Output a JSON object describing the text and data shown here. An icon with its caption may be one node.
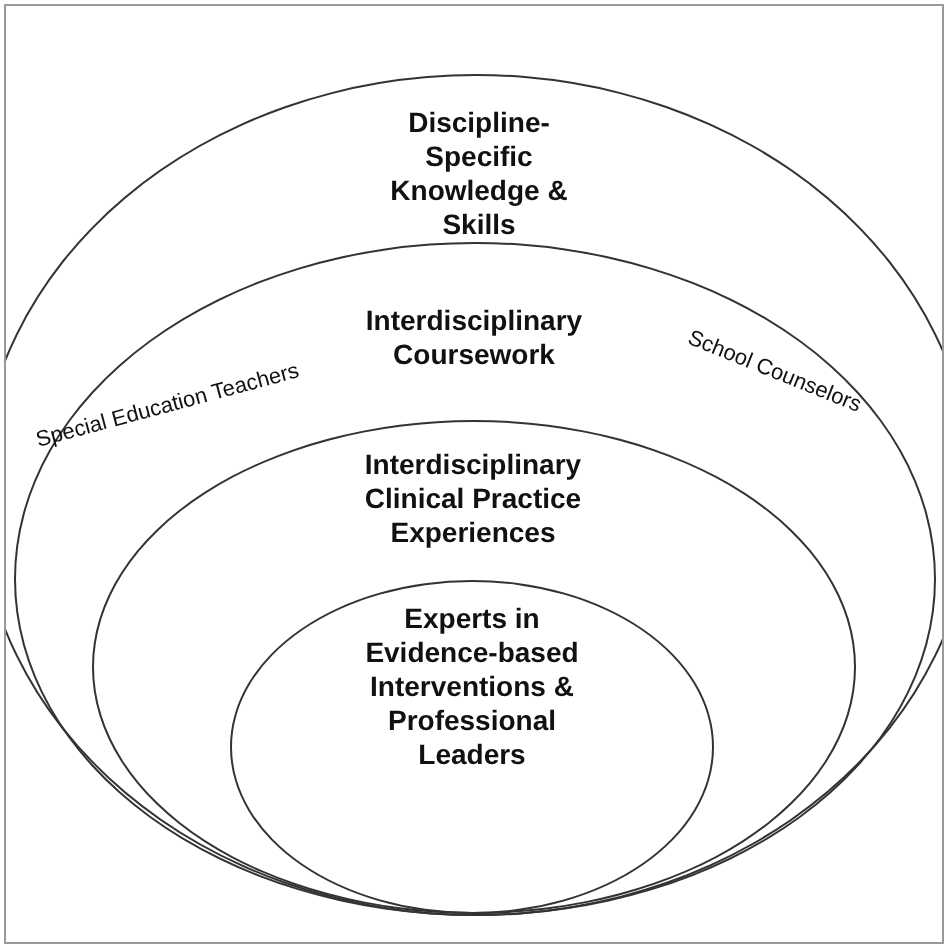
{
  "diagram": {
    "nodes": [
      {
        "text": [
          "Discipline-Specific Knowledge & Skills"
        ]
      },
      {
        "text": [
          "Interdisciplinary Coursework",
          "Special Education Teachers",
          "School Counselors"
        ],
        "in": 0
      },
      {
        "text": [
          "Interdisciplinary Clinical Practice Experiences"
        ],
        "in": 1
      },
      {
        "text": [
          "Experts in Evidence-based Interventions & Professional Leaders"
        ],
        "in": 2
      }
    ]
  }
}
